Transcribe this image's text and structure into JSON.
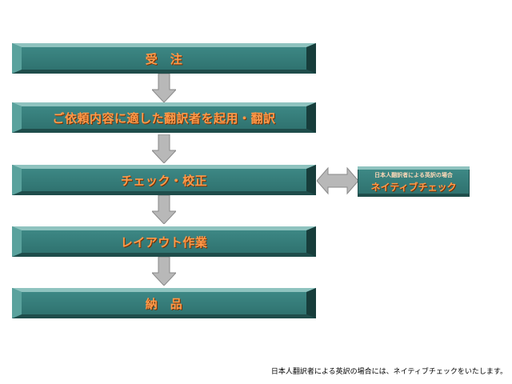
{
  "steps": [
    {
      "label": "受　注"
    },
    {
      "label": "ご依頼内容に適した翻訳者を起用・翻訳"
    },
    {
      "label": "チェック・校正"
    },
    {
      "label": "レイアウト作業"
    },
    {
      "label": "納　品"
    }
  ],
  "side_box": {
    "small_label": "日本人翻訳者による英訳の場合",
    "main_label": "ネイティブチェック"
  },
  "footnote": "日本人翻訳者による英訳の場合には、ネイティブチェックをいたします。",
  "colors": {
    "box": "#2d6f6c",
    "text": "#ff9a4a",
    "arrow": "#b8b8b8"
  }
}
